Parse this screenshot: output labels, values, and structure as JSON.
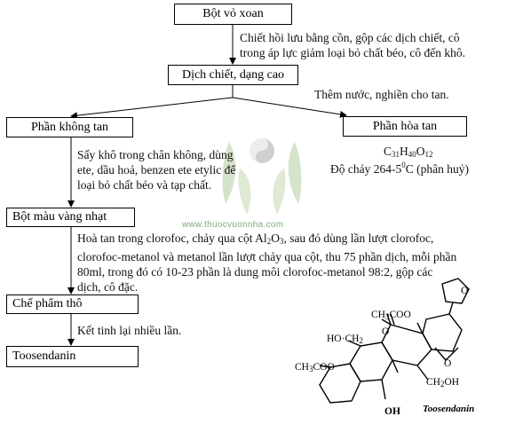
{
  "nodes": {
    "bot_vo_xoan": "Bột vỏ xoan",
    "dich_chiet": "Dịch chiết, dạng cao",
    "phan_khong_tan": "Phần không tan",
    "phan_hoa_tan": "Phần hòa tan",
    "bot_mau_vang": "Bột màu vàng nhạt",
    "che_pham_tho": "Chế phẩm thô",
    "toosendanin": "Toosendanin"
  },
  "steps": {
    "step1_line1": "Chiết hồi lưu bằng cồn, gộp các dịch chiết, cô",
    "step1_line2": "trong áp lực giảm loại bỏ chất béo, cô đến khô.",
    "step2": "Thêm nước, nghiền cho tan.",
    "step3_line1": "Sấy khô trong chân không, dùng",
    "step3_line2": "ete, dầu hoả, benzen ete etylic để",
    "step3_line3": "loại bỏ chất béo và tạp chất.",
    "step4_line1_pre": "Hoà tan trong clorofoc, chảy qua cột Al",
    "step4_line1_sub1": "2",
    "step4_line1_mid": "O",
    "step4_line1_sub2": "3",
    "step4_line1_post": ", sau đó dùng lần lượt clorofoc,",
    "step4_line2": "clorofoc-metanol và metanol lần lượt chảy qua cột, thu 75 phần dịch, mỗi phần",
    "step4_line3": "80ml, trong đó có 10-23 phần là dung môi clorofoc-metanol 98:2, gộp các",
    "step4_line4": "dịch, cô đặc.",
    "step5": "Kết tinh lại nhiều lần."
  },
  "product": {
    "formula_c": "C",
    "formula_c_n": "31",
    "formula_h": "H",
    "formula_h_n": "40",
    "formula_o": "O",
    "formula_o_n": "12",
    "mp_pre": "Độ chảy 264-5",
    "mp_sup": "0",
    "mp_post": "C (phân huỷ)"
  },
  "structure": {
    "label": "Toosendanin",
    "group_ch3coo_top": "CH3COO",
    "group_ho_ch2": "HO·CH2",
    "group_ch3coo_left": "CH3COO",
    "group_ch2oh": "CH2OH",
    "group_oh": "OH",
    "atom_o_ketone": "O",
    "atom_o_epoxide": "O",
    "atom_o_furan": "O"
  },
  "watermark": "www.thuocvuonnha.com"
}
